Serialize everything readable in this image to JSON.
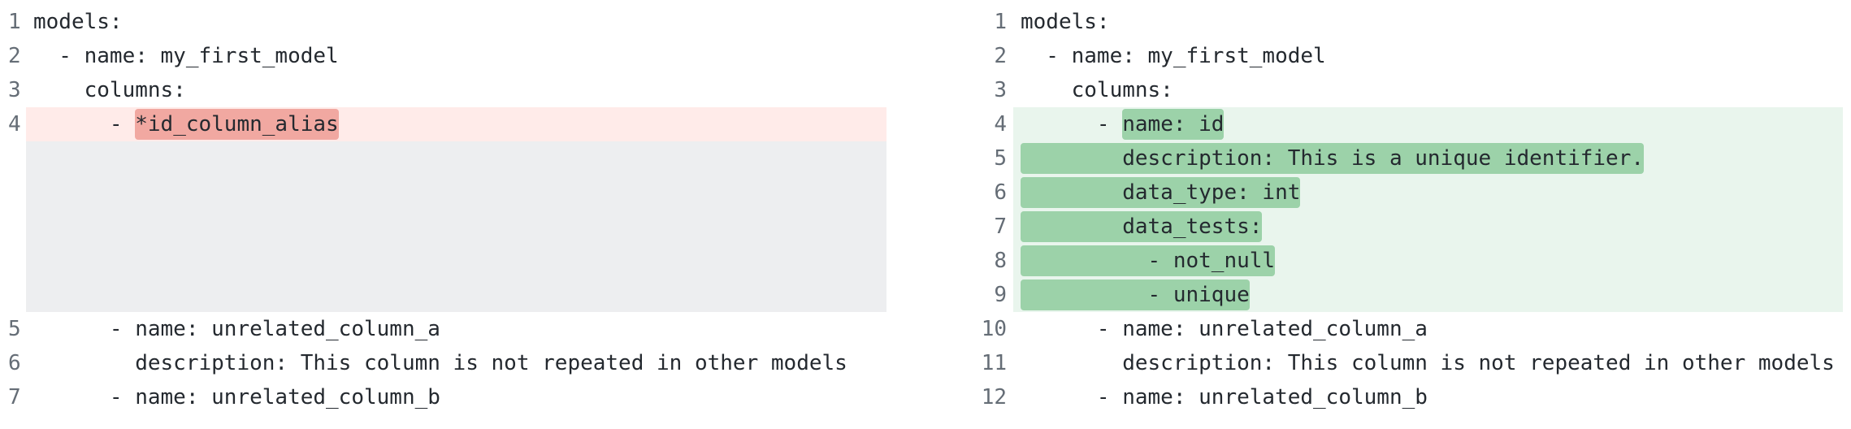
{
  "colors": {
    "removed_line_bg": "#ffebe9",
    "removed_word_bg": "#f1a8a1",
    "added_line_bg": "#e9f5ed",
    "added_word_bg": "#9cd2a9",
    "spacer_bg": "#edeef0",
    "line_number": "#656d76",
    "code_text": "#24292f",
    "page_bg": "#ffffff"
  },
  "diff": {
    "left": {
      "rows": [
        {
          "num": "1",
          "type": "context",
          "segments": [
            {
              "text": "models:"
            }
          ]
        },
        {
          "num": "2",
          "type": "context",
          "segments": [
            {
              "text": "  - name: my_first_model"
            }
          ]
        },
        {
          "num": "3",
          "type": "context",
          "segments": [
            {
              "text": "    columns:"
            }
          ]
        },
        {
          "num": "4",
          "type": "removed",
          "segments": [
            {
              "text": "      - "
            },
            {
              "text": "*id_column_alias",
              "hl": true
            }
          ]
        },
        {
          "type": "spacer",
          "lines": 5
        },
        {
          "num": "5",
          "type": "context",
          "segments": [
            {
              "text": "      - name: unrelated_column_a"
            }
          ]
        },
        {
          "num": "6",
          "type": "context",
          "segments": [
            {
              "text": "        description: This column is not repeated in other models"
            }
          ]
        },
        {
          "num": "7",
          "type": "context",
          "segments": [
            {
              "text": "      - name: unrelated_column_b"
            }
          ]
        }
      ]
    },
    "right": {
      "rows": [
        {
          "num": "1",
          "type": "context",
          "segments": [
            {
              "text": "models:"
            }
          ]
        },
        {
          "num": "2",
          "type": "context",
          "segments": [
            {
              "text": "  - name: my_first_model"
            }
          ]
        },
        {
          "num": "3",
          "type": "context",
          "segments": [
            {
              "text": "    columns:"
            }
          ]
        },
        {
          "num": "4",
          "type": "added",
          "segments": [
            {
              "text": "      - "
            },
            {
              "text": "name: id",
              "hl": true
            }
          ]
        },
        {
          "num": "5",
          "type": "added",
          "segments": [
            {
              "text": "        description: This is a unique identifier.",
              "hl": true
            }
          ]
        },
        {
          "num": "6",
          "type": "added",
          "segments": [
            {
              "text": "        data_type: int",
              "hl": true
            }
          ]
        },
        {
          "num": "7",
          "type": "added",
          "segments": [
            {
              "text": "        data_tests:",
              "hl": true
            }
          ]
        },
        {
          "num": "8",
          "type": "added",
          "segments": [
            {
              "text": "          - not_null",
              "hl": true
            }
          ]
        },
        {
          "num": "9",
          "type": "added",
          "segments": [
            {
              "text": "          - unique",
              "hl": true
            }
          ]
        },
        {
          "num": "10",
          "type": "context",
          "segments": [
            {
              "text": "      - name: unrelated_column_a"
            }
          ]
        },
        {
          "num": "11",
          "type": "context",
          "segments": [
            {
              "text": "        description: This column is not repeated in other models"
            }
          ]
        },
        {
          "num": "12",
          "type": "context",
          "segments": [
            {
              "text": "      - name: unrelated_column_b"
            }
          ]
        }
      ]
    }
  }
}
